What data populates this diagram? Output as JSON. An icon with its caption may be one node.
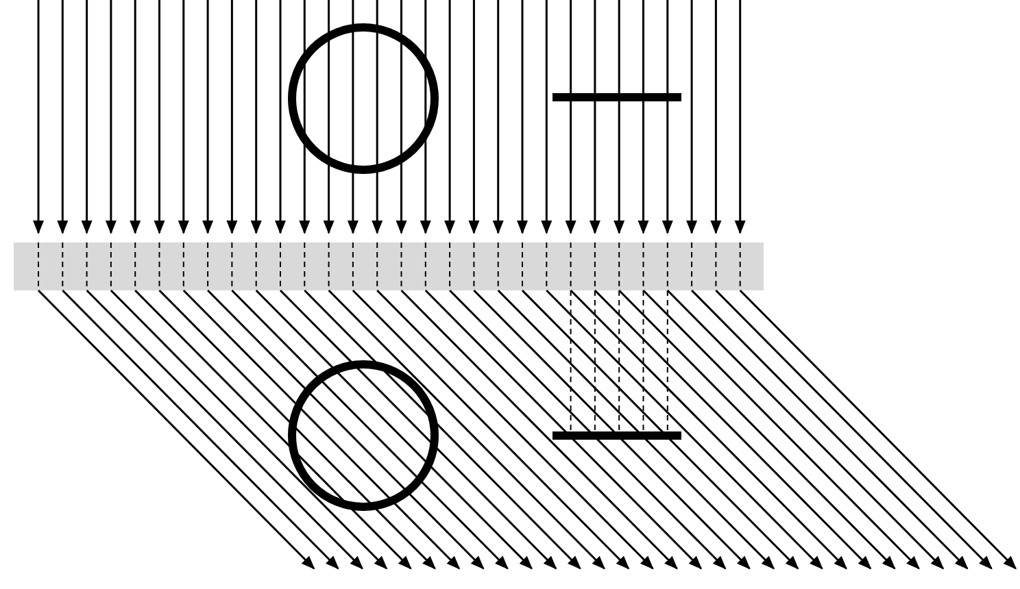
{
  "diagram": {
    "nodes": [
      {
        "text": [],
        "shape": "circle"
      },
      {
        "text": [],
        "shape": "bar"
      },
      {
        "text": [],
        "shape": "box"
      },
      {
        "text": [],
        "shape": "circle"
      },
      {
        "text": [],
        "shape": "bar"
      }
    ]
  }
}
